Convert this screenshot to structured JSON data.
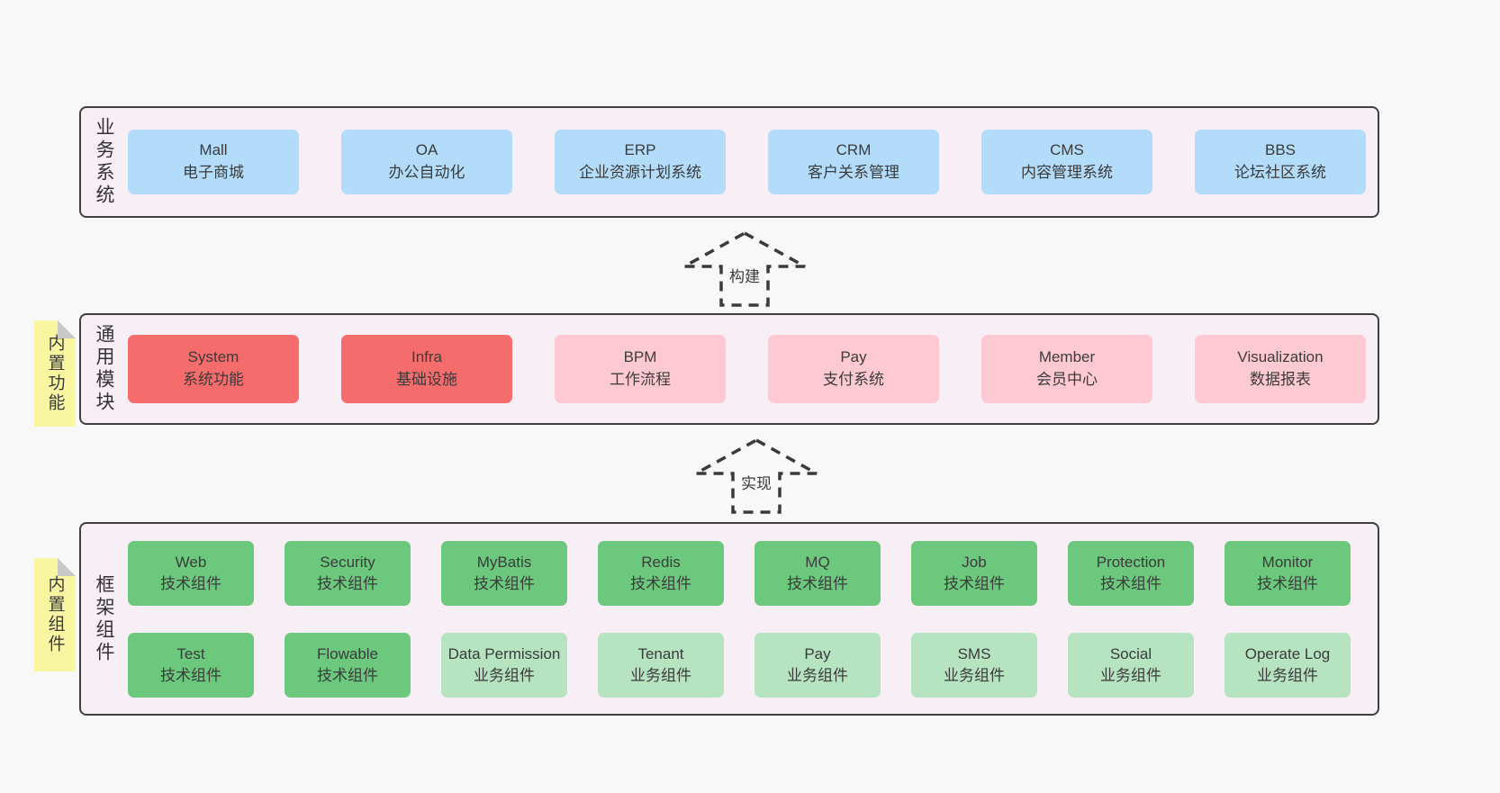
{
  "palette": {
    "page_bg": "#f9f8f9",
    "container_bg": "#f8eef6",
    "container_border": "#3f3f3f",
    "blue": "#b3dcfb",
    "red": "#f56c6c",
    "pink": "#ffc9d3",
    "green": "#6bc87d",
    "green_light": "#b6e3c0",
    "yellow_tab": "#f9f6a2",
    "fold_gray": "#c8c8c8",
    "text": "#3b3b3b"
  },
  "arrows": [
    {
      "label": "构建"
    },
    {
      "label": "实现"
    }
  ],
  "sections": [
    {
      "label": "业务系统",
      "boxes": [
        {
          "title": "Mall",
          "subtitle": "电子商城"
        },
        {
          "title": "OA",
          "subtitle": "办公自动化"
        },
        {
          "title": "ERP",
          "subtitle": "企业资源计划系统"
        },
        {
          "title": "CRM",
          "subtitle": "客户关系管理"
        },
        {
          "title": "CMS",
          "subtitle": "内容管理系统"
        },
        {
          "title": "BBS",
          "subtitle": "论坛社区系统"
        }
      ]
    },
    {
      "label": "通用模块",
      "tab": "内置功能",
      "boxes": [
        {
          "title": "System",
          "subtitle": "系统功能"
        },
        {
          "title": "Infra",
          "subtitle": "基础设施"
        },
        {
          "title": "BPM",
          "subtitle": "工作流程"
        },
        {
          "title": "Pay",
          "subtitle": "支付系统"
        },
        {
          "title": "Member",
          "subtitle": "会员中心"
        },
        {
          "title": "Visualization",
          "subtitle": "数据报表"
        }
      ]
    },
    {
      "label": "框架组件",
      "tab": "内置组件",
      "rows": [
        [
          {
            "title": "Web",
            "subtitle": "技术组件"
          },
          {
            "title": "Security",
            "subtitle": "技术组件"
          },
          {
            "title": "MyBatis",
            "subtitle": "技术组件"
          },
          {
            "title": "Redis",
            "subtitle": "技术组件"
          },
          {
            "title": "MQ",
            "subtitle": "技术组件"
          },
          {
            "title": "Job",
            "subtitle": "技术组件"
          },
          {
            "title": "Protection",
            "subtitle": "技术组件"
          },
          {
            "title": "Monitor",
            "subtitle": "技术组件"
          }
        ],
        [
          {
            "title": "Test",
            "subtitle": "技术组件"
          },
          {
            "title": "Flowable",
            "subtitle": "技术组件"
          },
          {
            "title": "Data Permission",
            "subtitle": "业务组件"
          },
          {
            "title": "Tenant",
            "subtitle": "业务组件"
          },
          {
            "title": "Pay",
            "subtitle": "业务组件"
          },
          {
            "title": "SMS",
            "subtitle": "业务组件"
          },
          {
            "title": "Social",
            "subtitle": "业务组件"
          },
          {
            "title": "Operate Log",
            "subtitle": "业务组件"
          }
        ]
      ]
    }
  ]
}
